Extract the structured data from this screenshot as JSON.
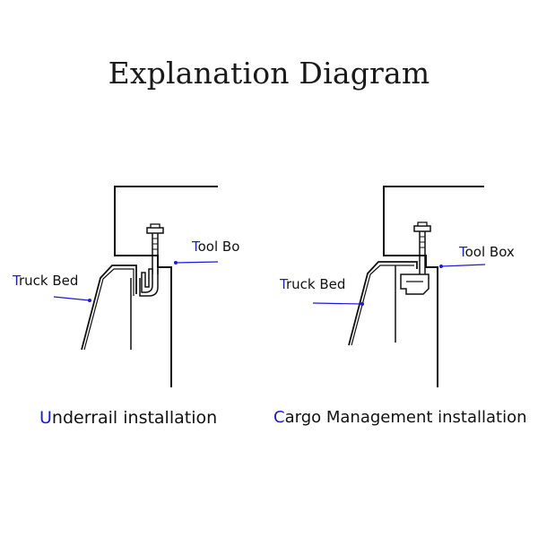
{
  "title": "Explanation Diagram",
  "left": {
    "truck_bed_initial": "T",
    "truck_bed_rest": "ruck Bed",
    "tool_box_initial": "T",
    "tool_box_rest": "ool Bo",
    "caption_initial": "U",
    "caption_rest": "nderrail installation"
  },
  "right": {
    "truck_bed_initial": "T",
    "truck_bed_rest": "ruck Bed",
    "tool_box_initial": "T",
    "tool_box_rest": "ool Box",
    "caption_initial": "C",
    "caption_rest": "argo Management installation"
  },
  "colors": {
    "accent": "#1a1adf",
    "line": "#111111"
  }
}
